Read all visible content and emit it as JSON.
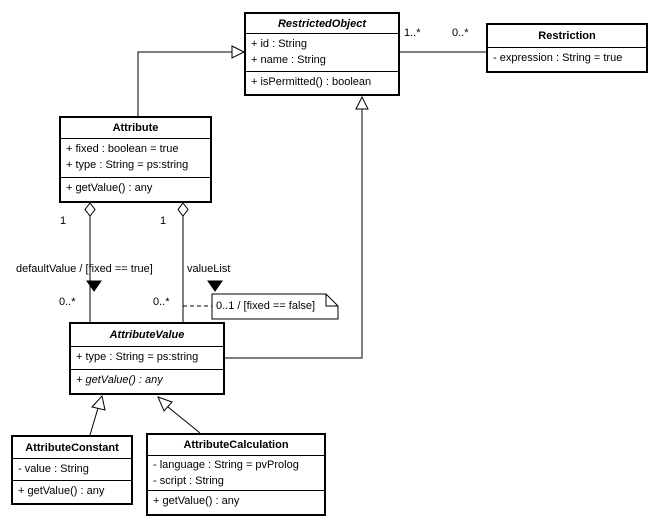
{
  "classes": {
    "restrictedObject": {
      "name": "RestrictedObject",
      "abstract": true,
      "attributes": [
        "+ id : String",
        "+ name : String"
      ],
      "operations": [
        "+ isPermitted() : boolean"
      ]
    },
    "restriction": {
      "name": "Restriction",
      "attributes": [
        "- expression : String = true"
      ],
      "operations": []
    },
    "attribute": {
      "name": "Attribute",
      "attributes": [
        "+ fixed : boolean = true",
        "+ type : String = ps:string"
      ],
      "operations": [
        "+ getValue() : any"
      ]
    },
    "attributeValue": {
      "name": "AttributeValue",
      "abstract": true,
      "attributes": [
        "+ type : String = ps:string"
      ],
      "operations": [
        "+ getValue() : any"
      ]
    },
    "attributeConstant": {
      "name": "AttributeConstant",
      "attributes": [
        "- value : String"
      ],
      "operations": [
        "+ getValue() : any"
      ]
    },
    "attributeCalculation": {
      "name": "AttributeCalculation",
      "attributes": [
        "- language : String = pvProlog",
        "- script : String"
      ],
      "operations": [
        "+ getValue() : any"
      ]
    }
  },
  "associations": {
    "restriction_mult_source": "1..*",
    "restriction_mult_target": "0..*",
    "defaultValue": {
      "name": "defaultValue / [fixed == true]",
      "mult_source": "1",
      "mult_target": "0..*"
    },
    "valueList": {
      "name": "valueList",
      "mult_source": "1",
      "mult_target": "0..*"
    }
  },
  "note": {
    "text": "0..1 / [fixed == false]"
  },
  "colors": {
    "line": "#000000",
    "background": "#ffffff",
    "box_fill": "#ffffff"
  }
}
